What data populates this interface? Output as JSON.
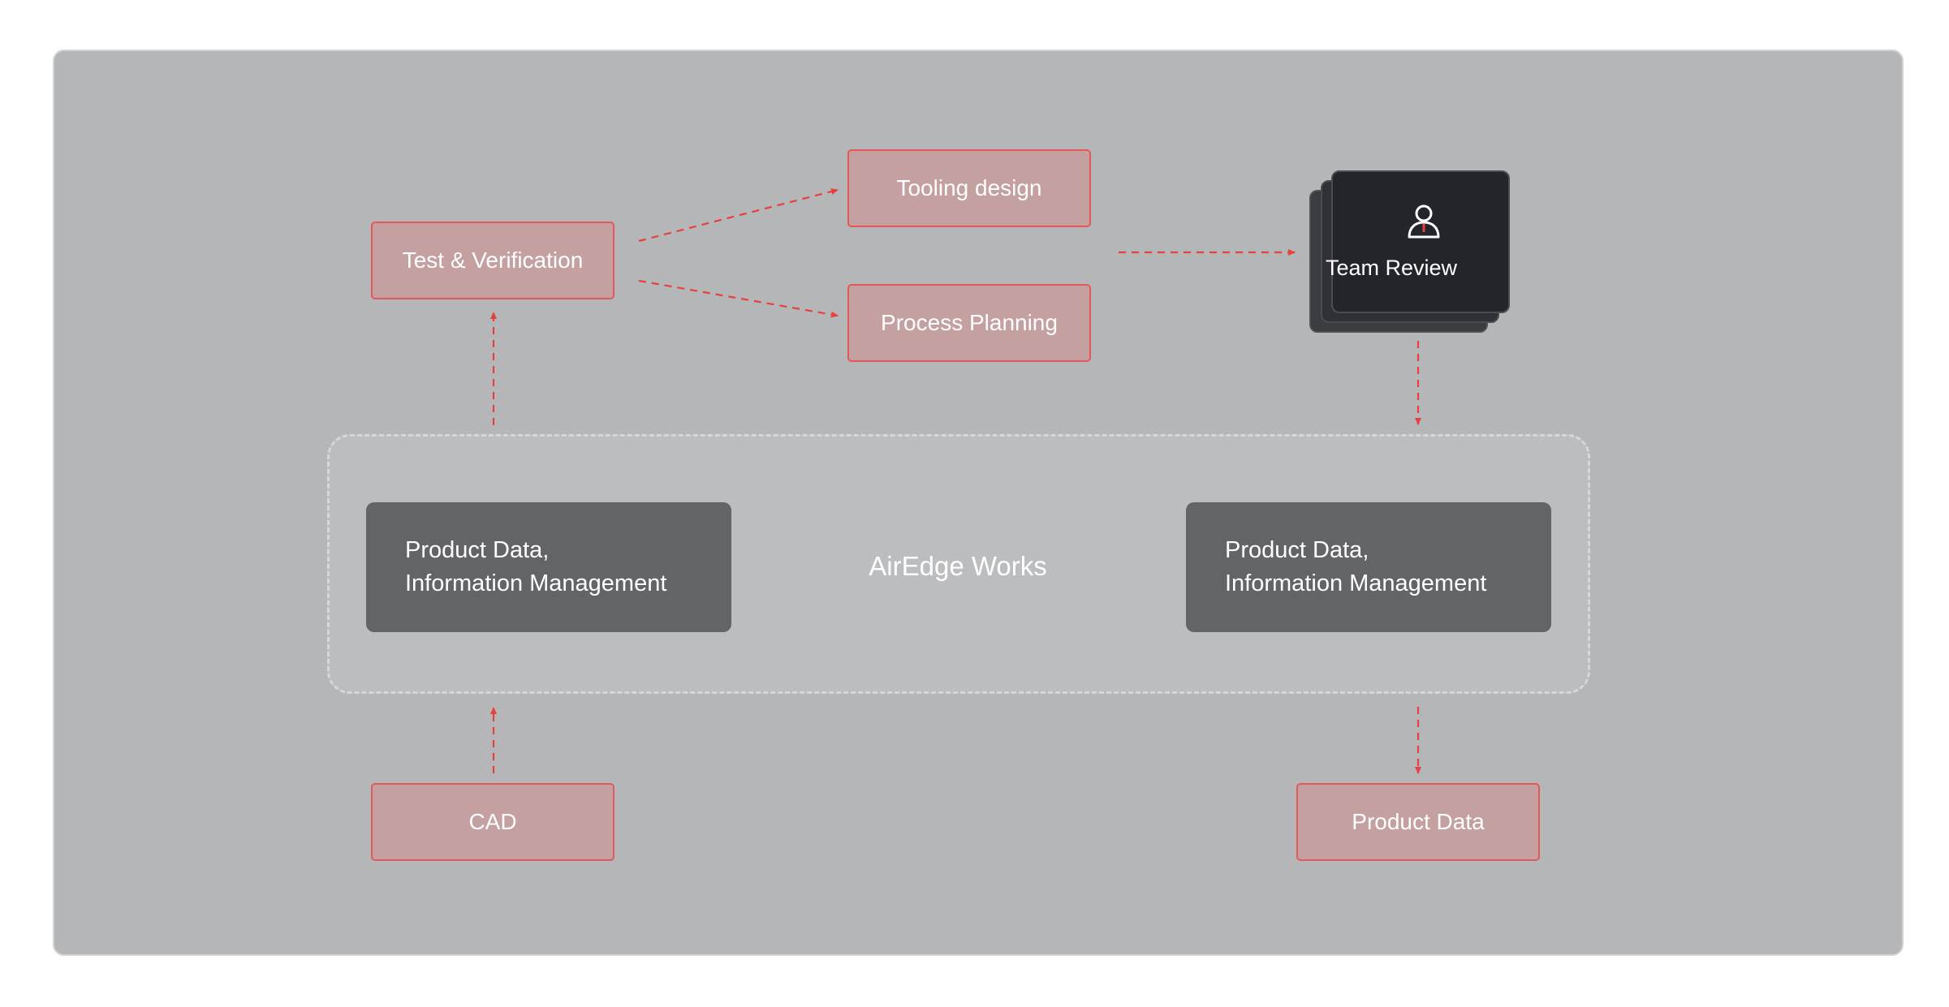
{
  "diagram": {
    "platform": {
      "label": "AirEdge Works"
    },
    "nodes": {
      "test_verification": "Test & Verification",
      "tooling_design": "Tooling design",
      "process_planning": "Process Planning",
      "team_review": "Team Review",
      "cad": "CAD",
      "product_data": "Product Data",
      "pdm_left": {
        "line1": "Product Data,",
        "line2": "Information Management"
      },
      "pdm_right": {
        "line1": "Product Data,",
        "line2": "Information Management"
      }
    },
    "colors": {
      "background": "#b5b6b8",
      "platform": "#bcbdbf",
      "node_fill": "#c4a0a1",
      "node_border": "#e5585a",
      "dark_node": "#636467",
      "review_card": "#23252a",
      "arrow": "#e8403f"
    },
    "icons": {
      "team_review": "person-icon"
    }
  }
}
